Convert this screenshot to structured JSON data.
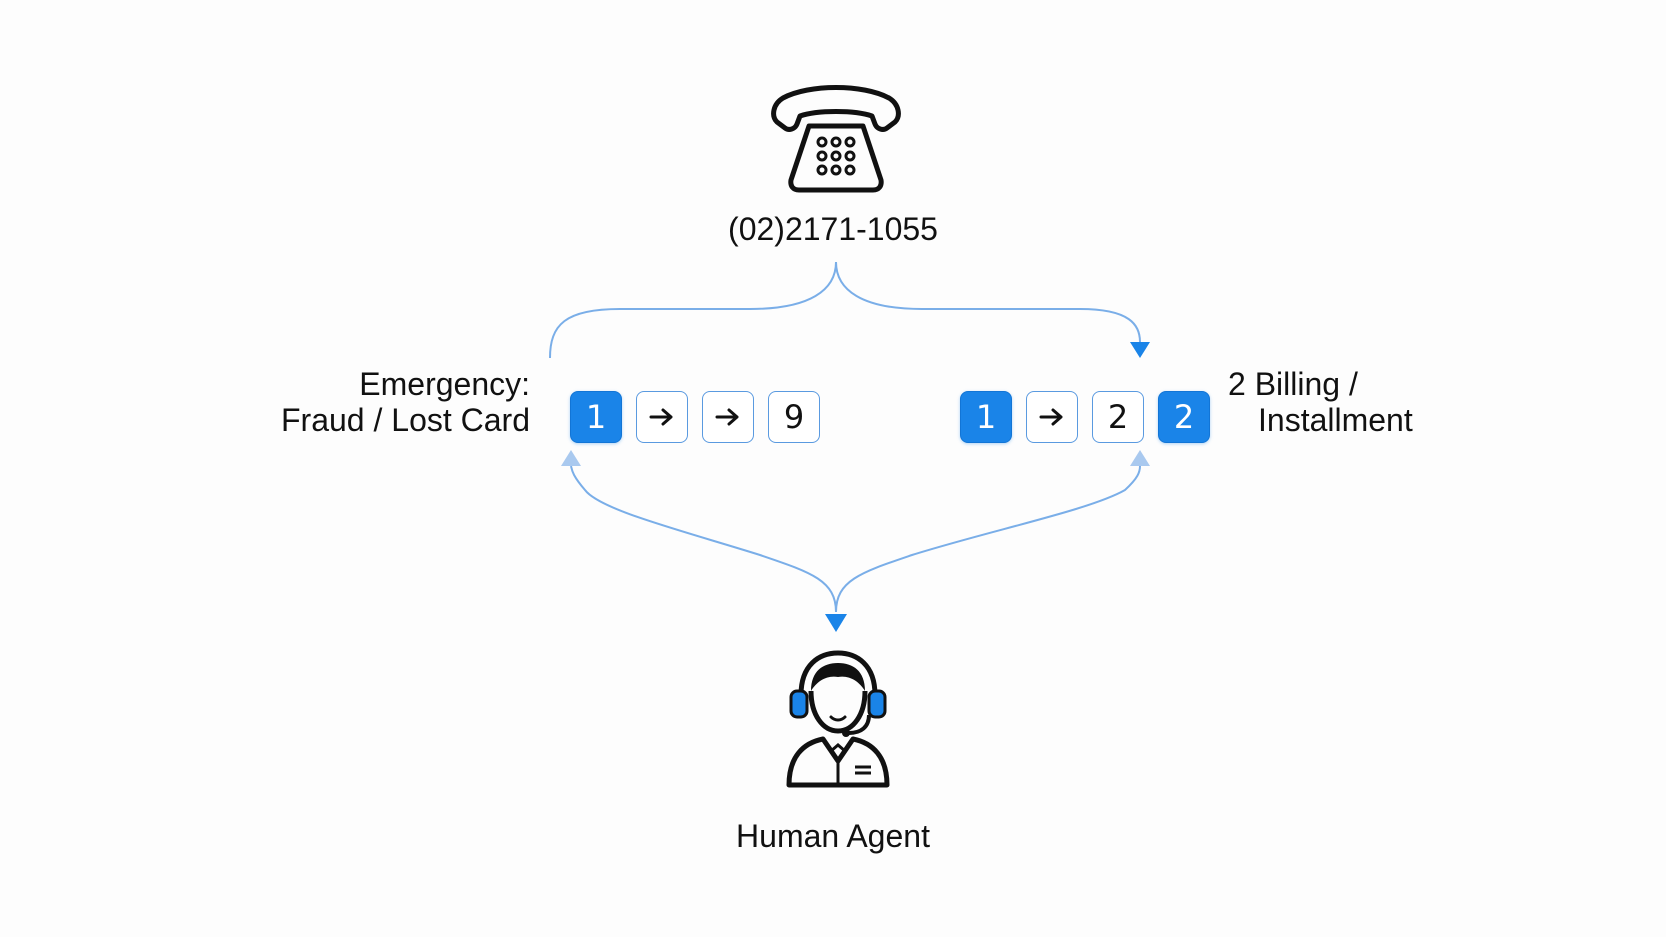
{
  "phone": {
    "icon": "telephone-icon",
    "number": "(02)2171-1055"
  },
  "left_route": {
    "label_line1": "Emergency:",
    "label_line2": "Fraud / Lost Card",
    "keys": [
      {
        "text": "1",
        "style": "filled"
      },
      {
        "text": "",
        "style": "outline",
        "icon": "arrow-right-icon"
      },
      {
        "text": "",
        "style": "outline",
        "icon": "arrow-right-icon"
      },
      {
        "text": "9",
        "style": "outline"
      }
    ]
  },
  "right_route": {
    "label_line1": "2 Billing /",
    "label_line2": "Installment",
    "keys": [
      {
        "text": "1",
        "style": "filled"
      },
      {
        "text": "",
        "style": "outline",
        "icon": "arrow-right-icon"
      },
      {
        "text": "2",
        "style": "outline"
      },
      {
        "text": "2",
        "style": "filled"
      }
    ]
  },
  "agent": {
    "icon": "customer-service-agent-icon",
    "label": "Human Agent"
  },
  "colors": {
    "accent": "#1a84e8",
    "connector": "#6aa6e8",
    "text": "#111111"
  }
}
